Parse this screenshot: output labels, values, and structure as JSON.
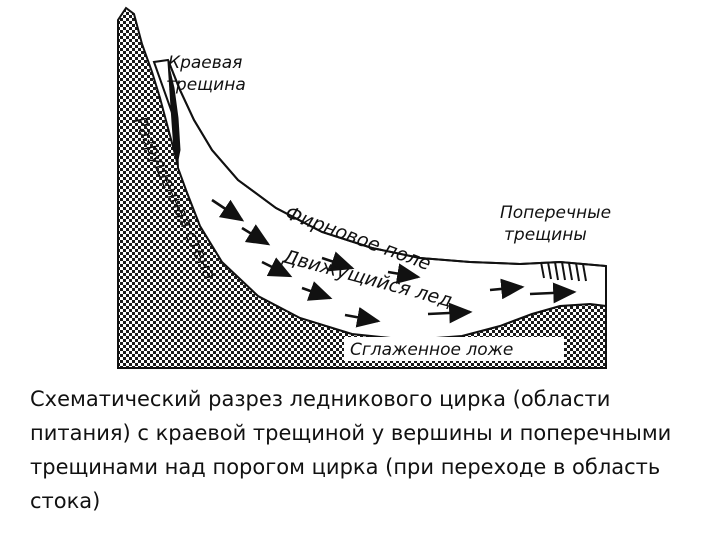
{
  "diagram": {
    "labels": {
      "bergschrund_line1": "Краевая",
      "bergschrund_line2": "трещина",
      "destroyed_wall": "Разрушенная стена",
      "firn_field": "Фирновое поле",
      "moving_ice": "Движущийся лед",
      "transverse_line1": "Поперечные",
      "transverse_line2": "трещины",
      "smoothed_bed": "Сглаженное ложе"
    }
  },
  "caption": "Схематический разрез ледникового цирка (области питания) с краевой трещиной у вершины и поперечными трещинами над порогом цирка (при переходе в область стока)"
}
